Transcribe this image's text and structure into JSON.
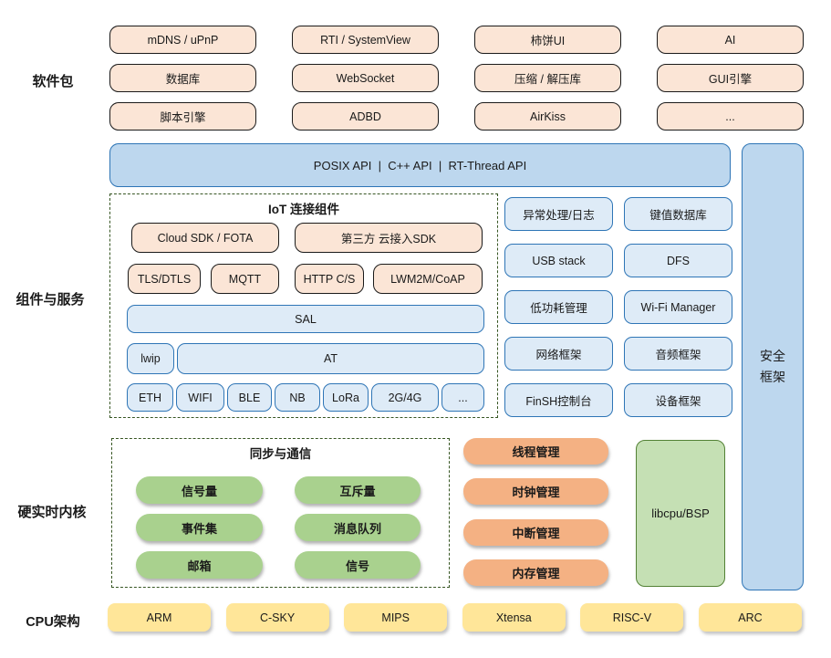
{
  "side_labels": {
    "software_packages": "软件包",
    "components_and_services": "组件与服务",
    "hard_realtime_kernel": "硬实时内核",
    "cpu_architecture": "CPU架构"
  },
  "software_packages": {
    "items": [
      "mDNS / uPnP",
      "RTI / SystemView",
      "柿饼UI",
      "AI",
      "数据库",
      "WebSocket",
      "压缩 / 解压库",
      "GUI引擎",
      "脚本引擎",
      "ADBD",
      "AirKiss",
      "..."
    ]
  },
  "api_bar": {
    "label": "POSIX API  |  C++ API  |  RT-Thread API"
  },
  "iot_components": {
    "title": "IoT 连接组件",
    "cloud_sdk": "Cloud SDK / FOTA",
    "third_party_sdk": "第三方 云接入SDK",
    "protocols": [
      "TLS/DTLS",
      "MQTT",
      "HTTP C/S",
      "LWM2M/CoAP"
    ],
    "sal": "SAL",
    "lwip": "lwip",
    "at": "AT",
    "links": [
      "ETH",
      "WIFI",
      "BLE",
      "NB",
      "LoRa",
      "2G/4G",
      "..."
    ]
  },
  "services": {
    "items": [
      "异常处理/日志",
      "键值数据库",
      "USB stack",
      "DFS",
      "低功耗管理",
      "Wi-Fi Manager",
      "网络框架",
      "音频框架",
      "FinSH控制台",
      "设备框架"
    ]
  },
  "security_framework": {
    "line1": "安全",
    "line2": "框架"
  },
  "kernel": {
    "sync_title": "同步与通信",
    "sync_items": [
      "信号量",
      "互斥量",
      "事件集",
      "消息队列",
      "邮箱",
      "信号"
    ],
    "management_items": [
      "线程管理",
      "时钟管理",
      "中断管理",
      "内存管理"
    ],
    "libcpu": "libcpu/BSP"
  },
  "cpu_architectures": {
    "items": [
      "ARM",
      "C-SKY",
      "MIPS",
      "Xtensa",
      "RISC-V",
      "ARC"
    ]
  },
  "colors": {
    "peach_fill": "#FBE5D6",
    "blue_bar_fill": "#BDD7EE",
    "blue_box_fill": "#DEEBF7",
    "blue_border": "#2E75B6",
    "green_fill": "#A9D18E",
    "libcpu_fill": "#C5E0B4",
    "libcpu_border": "#538135",
    "orange_fill": "#F4B183",
    "yellow_fill": "#FFE699",
    "dash_border": "#375623",
    "dark_border": "#1A1A1A"
  }
}
